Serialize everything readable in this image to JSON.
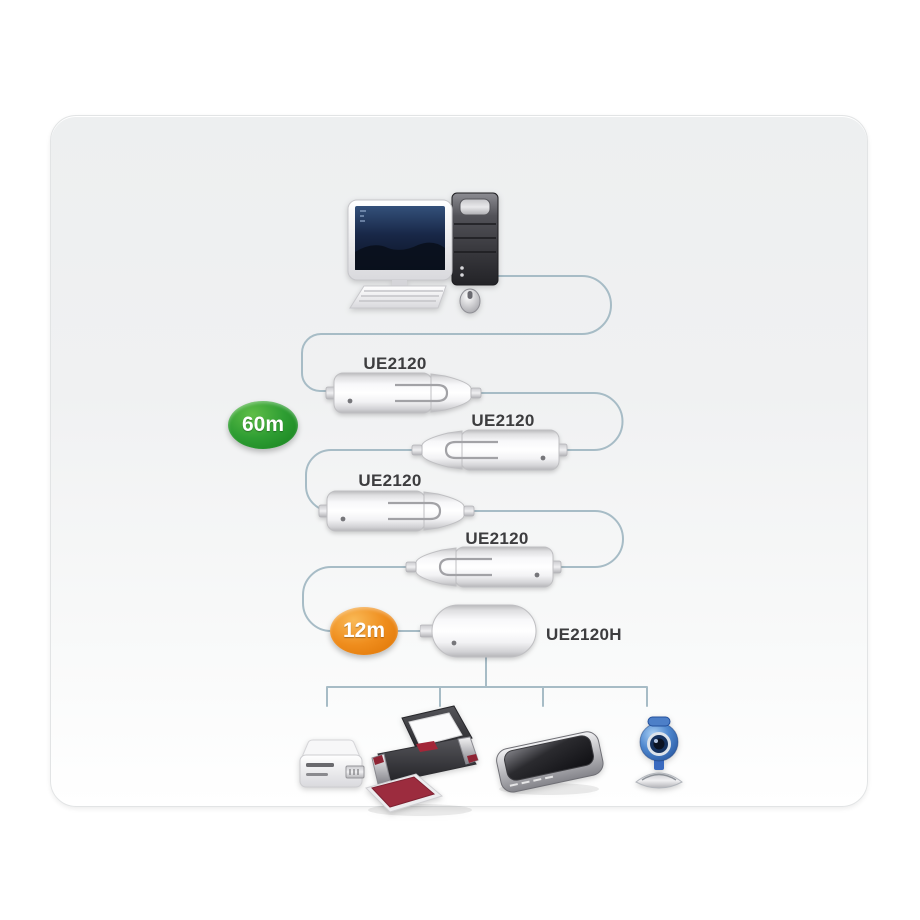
{
  "diagram": {
    "source": {
      "icon": "desktop-computer-icon"
    },
    "extension_cables": [
      {
        "label": "UE2120"
      },
      {
        "label": "UE2120"
      },
      {
        "label": "UE2120"
      },
      {
        "label": "UE2120"
      }
    ],
    "endpoint": {
      "label": "UE2120H"
    },
    "badges": {
      "total_length": {
        "text": "60m",
        "color": "#2f9e33"
      },
      "last_segment": {
        "text": "12m",
        "color": "#ef8d1d"
      }
    },
    "peripherals": [
      {
        "icon": "card-reader-icon"
      },
      {
        "icon": "printer-icon"
      },
      {
        "icon": "scanner-icon"
      },
      {
        "icon": "webcam-icon"
      }
    ],
    "colors": {
      "wire": "#a7bcc6",
      "label_text": "#3d3d3f",
      "panel_background": "#eff1f2"
    }
  }
}
